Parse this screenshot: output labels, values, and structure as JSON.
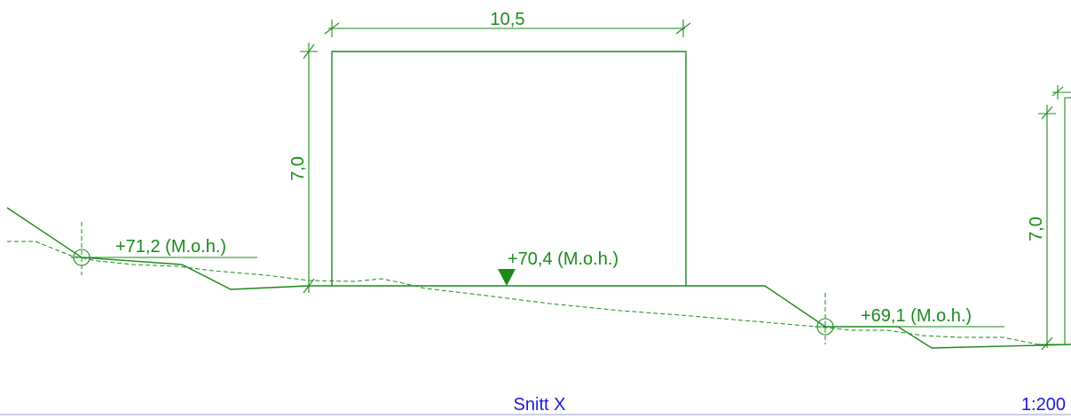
{
  "drawing": {
    "dimensions": {
      "width": "10,5",
      "height_left": "7,0",
      "height_right": "7,0"
    },
    "levels": {
      "left": "+71,2 (M.o.h.)",
      "center": "+70,4 (M.o.h.)",
      "right": "+69,1 (M.o.h.)"
    },
    "section_title": "Snitt X",
    "scale": "1:200",
    "colors": {
      "line": "#1a8a1a",
      "title": "#1a1ad8",
      "baseline": "#9a9ad8"
    }
  }
}
